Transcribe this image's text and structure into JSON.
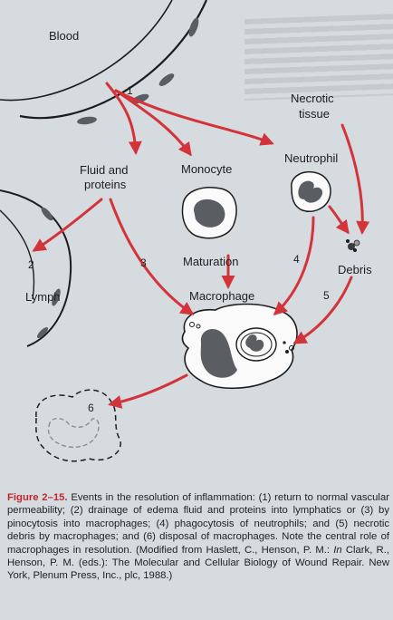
{
  "labels": {
    "blood": "Blood",
    "necrotic_tissue_line1": "Necrotic",
    "necrotic_tissue_line2": "tissue",
    "fluid_line1": "Fluid and",
    "fluid_line2": "proteins",
    "monocyte": "Monocyte",
    "neutrophil": "Neutrophil",
    "lymph": "Lymph",
    "maturation": "Maturation",
    "macrophage": "Macrophage",
    "debris": "Debris"
  },
  "step_numbers": [
    "1",
    "2",
    "3",
    "4",
    "5",
    "6"
  ],
  "caption": {
    "figure_label": "Figure 2–15.",
    "text_part1": " Events in the resolution of inflammation: (1) return to normal vascular permeability; (2) drainage of edema fluid and proteins into lymphatics or (3) by pinocytosis into macrophages; (4) phagocytosis of neutrophils; and (5) necrotic debris by macrophages; and (6) disposal of macrophages. Note the central role of macrophages in resolution. (Modified from Haslett, C., Henson, P. M.: ",
    "text_italic": "In",
    "text_part2": " Clark, R., Henson, P. M. (eds.): The Molecular and Cellular Biology of Wound Repair. New York, Plenum Press, Inc., plc, 1988.)"
  },
  "colors": {
    "arrow": "#d2343a",
    "nucleus": "#5a5d62",
    "cell_outline": "#1c1c1c",
    "figure_label": "#c0272d"
  }
}
